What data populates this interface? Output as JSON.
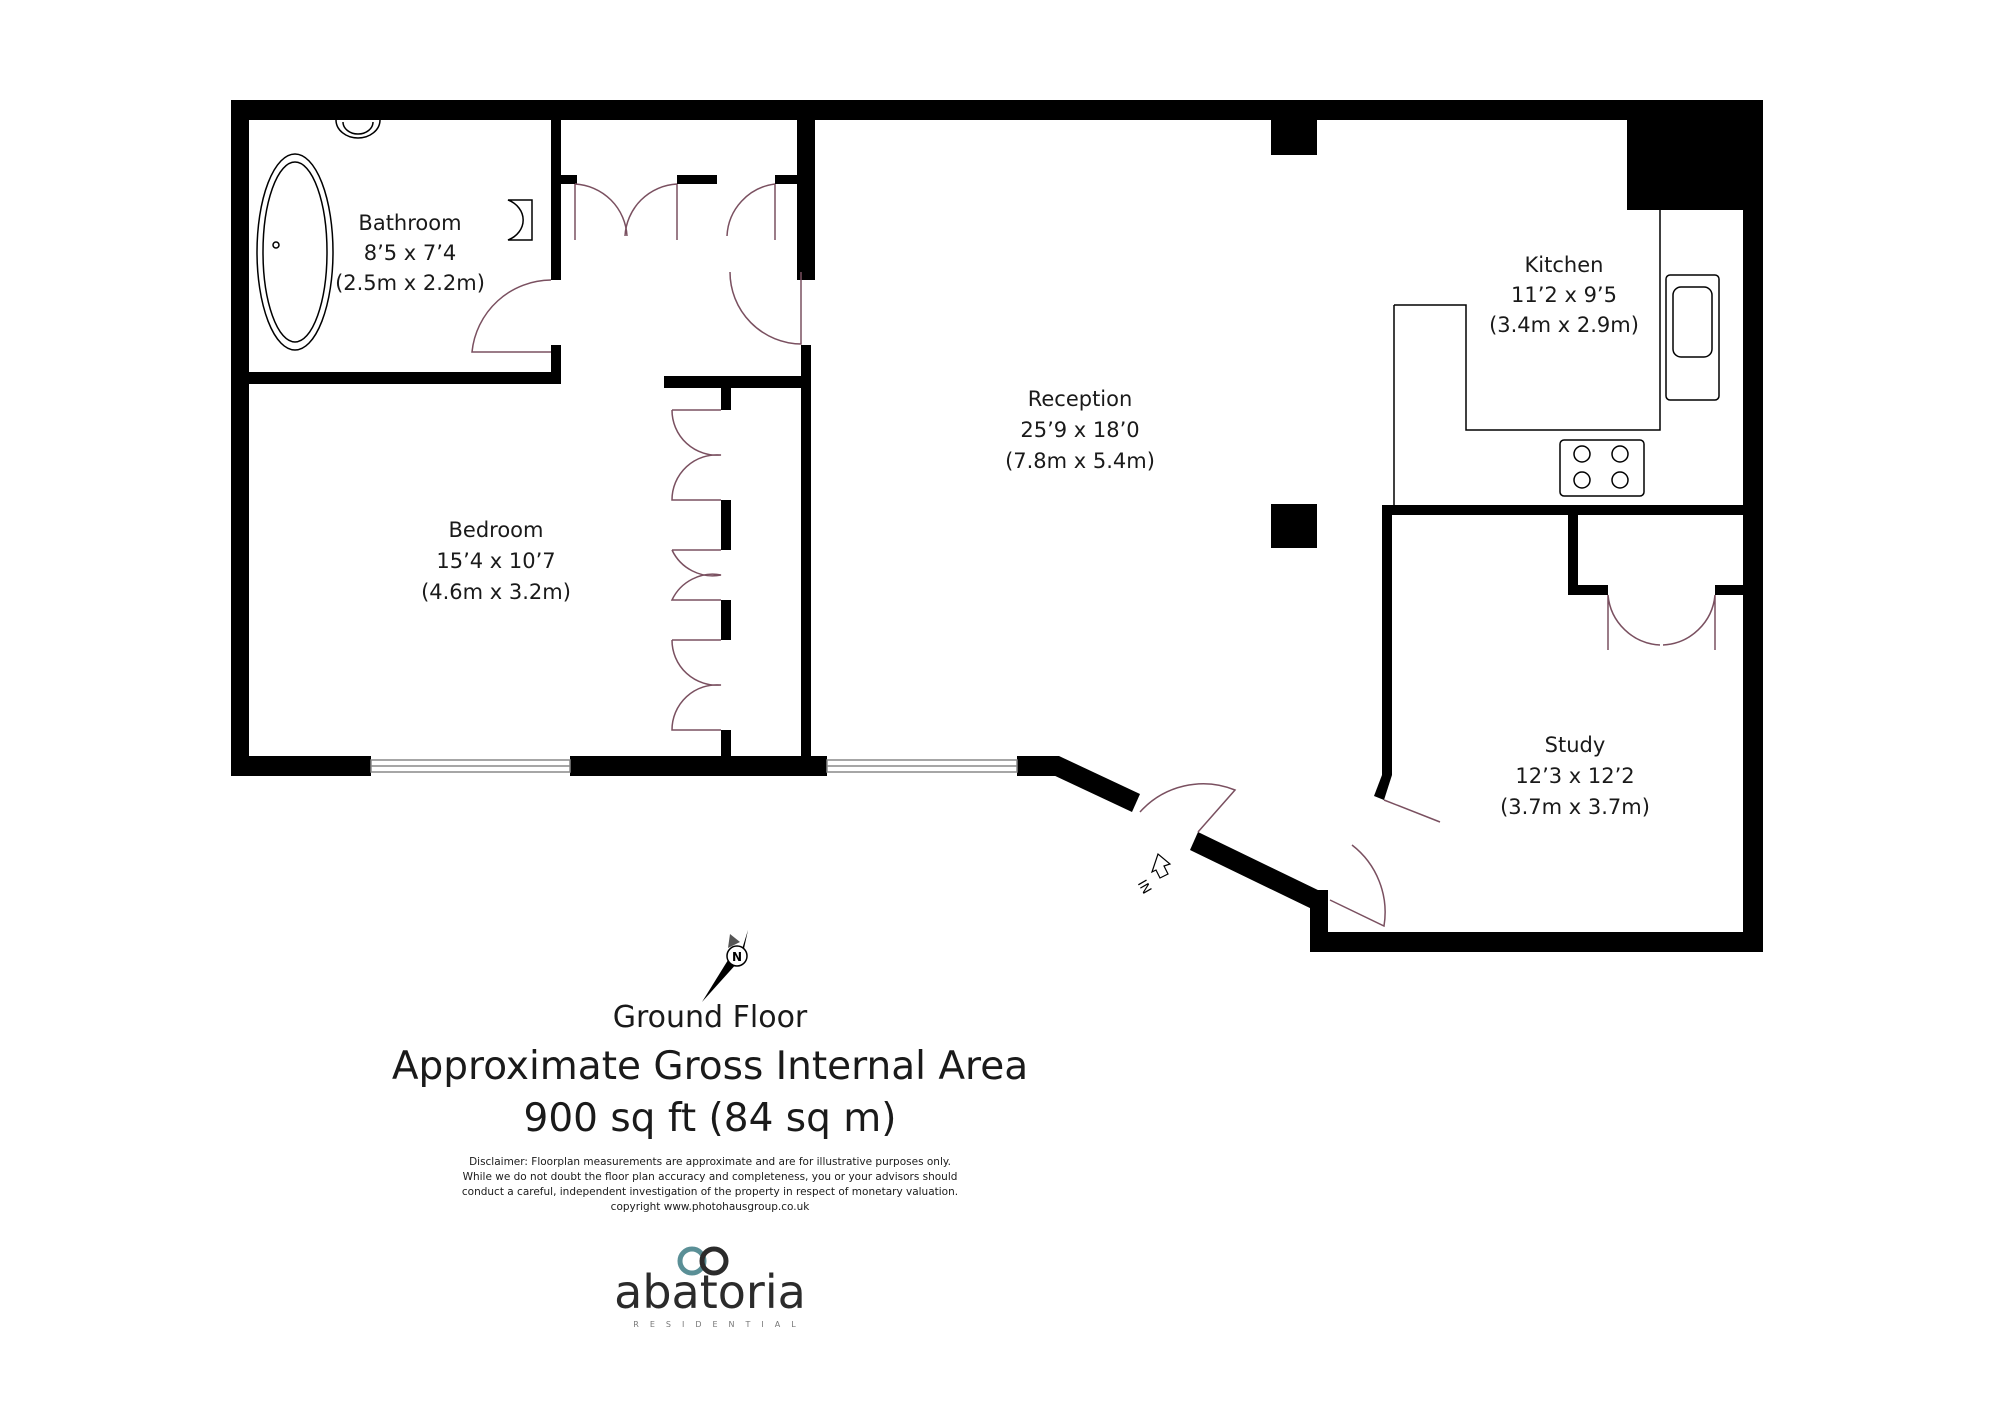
{
  "rooms": {
    "bathroom": {
      "name": "Bathroom",
      "imperial": "8’5 x 7’4",
      "metric": "(2.5m x 2.2m)"
    },
    "kitchen": {
      "name": "Kitchen",
      "imperial": "11’2 x 9’5",
      "metric": "(3.4m x 2.9m)"
    },
    "reception": {
      "name": "Reception",
      "imperial": "25’9 x 18’0",
      "metric": "(7.8m x 5.4m)"
    },
    "bedroom": {
      "name": "Bedroom",
      "imperial": "15’4 x 10’7",
      "metric": "(4.6m x 3.2m)"
    },
    "study": {
      "name": "Study",
      "imperial": "12’3 x 12’2",
      "metric": "(3.7m x 3.7m)"
    }
  },
  "entrance_label": "IN",
  "compass_label": "N",
  "floor_name": "Ground Floor",
  "area_title": "Approximate Gross Internal Area",
  "area_value": "900 sq ft (84 sq m)",
  "disclaimer": [
    "Disclaimer: Floorplan measurements are approximate and are for illustrative purposes only.",
    "While we do not doubt the floor plan accuracy and completeness, you or your advisors should",
    "conduct a careful, independent investigation of the property in respect of monetary valuation.",
    "copyright www.photohausgroup.co.uk"
  ],
  "logo": {
    "name": "abatoria",
    "tagline": "RESIDENTIAL"
  },
  "colors": {
    "wall": "#000000",
    "door": "#7a5060",
    "logo_accent": "#5a8f96",
    "text": "#1a1a1a"
  }
}
